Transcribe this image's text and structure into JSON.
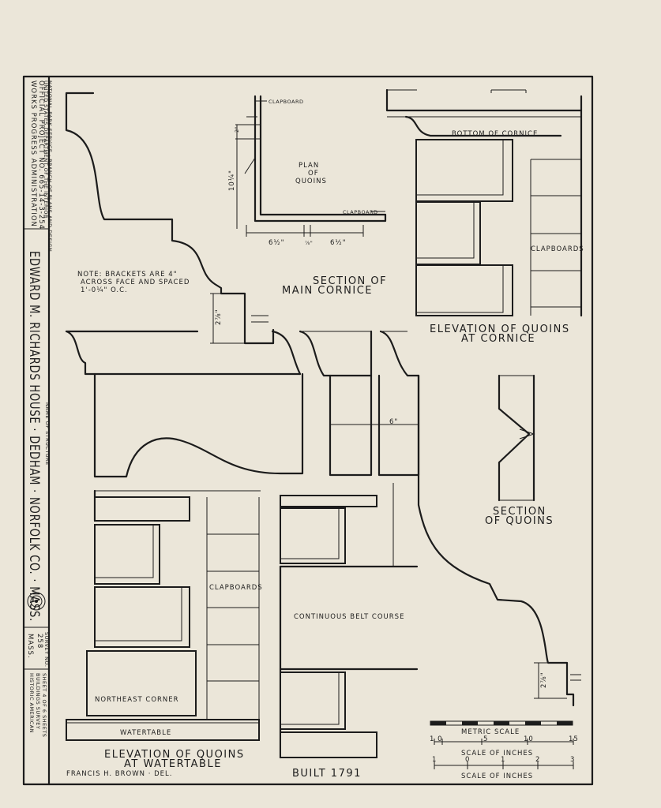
{
  "title_block": {
    "agency_line1": "WORKS PROGRESS ADMINISTRATION",
    "agency_line2": "OFFICIAL PROJECT NO. 665-14-3-254",
    "agency_line3": "UNITED STATES DEPARTMENT OF THE INTERIOR",
    "agency_line4": "NATIONAL PARK SERVICE · BRANCH OF PLANS AND DESIGN",
    "structure_label": "NAME OF STRUCTURE",
    "structure_name": "EDWARD M. RICHARDS HOUSE · DEDHAM · NORFOLK CO. · MASS.",
    "survey_label": "SURVEY NO.",
    "survey_no_line1": "MASS.",
    "survey_no_line2": "258",
    "habs_line1": "HISTORIC AMERICAN",
    "habs_line2": "BUILDINGS SURVEY",
    "sheet_info": "SHEET 4 OF 6 SHEETS"
  },
  "drawings": {
    "plan_title_1": "PLAN",
    "plan_title_2": "OF",
    "plan_title_3": "QUOINS",
    "clapboard_1": "CLAPBOARD",
    "clapboard_2": "CLAPBOARD",
    "dim_2": "2\"",
    "dim_10": "10¼\"",
    "dim_6a": "6½\"",
    "dim_6b": "6½\"",
    "dim_frac": "⅞\"",
    "dim_2q": "2⅞\"",
    "dim_2q_b": "2⅞\"",
    "dim_6": "6\"",
    "note_line1": "NOTE: BRACKETS ARE 4\"",
    "note_line2": "ACROSS FACE AND SPACED",
    "note_line3": "1'-0¼\" O.C.",
    "section_cornice_1": "SECTION OF",
    "section_cornice_2": "MAIN CORNICE",
    "bottom_cornice": "BOTTOM OF CORNICE",
    "clapboards_upper": "CLAPBOARDS",
    "elev_cornice_1": "ELEVATION OF QUOINS",
    "elev_cornice_2": "AT CORNICE",
    "section_quoins_1": "SECTION",
    "section_quoins_2": "OF QUOINS",
    "clapboards_lower": "CLAPBOARDS",
    "belt_course": "CONTINUOUS BELT COURSE",
    "northeast_corner": "NORTHEAST CORNER",
    "watertable": "WATERTABLE",
    "elev_watertable_1": "ELEVATION OF QUOINS",
    "elev_watertable_2": "AT WATERTABLE",
    "delineator": "FRANCIS H. BROWN · DEL.",
    "built": "BUILT 1791"
  },
  "scales": {
    "metric_label": "METRIC SCALE",
    "metric_ticks": [
      "1 0",
      "5",
      "10",
      "15"
    ],
    "inches_label_1": "SCALE OF INCHES",
    "inch_ticks": [
      "1",
      "0",
      "1",
      "2",
      "3"
    ],
    "inches_label_2": "SCALE OF INCHES"
  }
}
